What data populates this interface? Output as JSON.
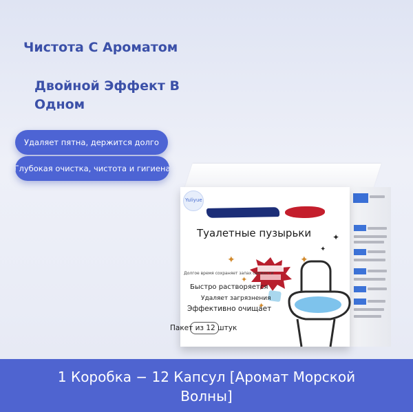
{
  "headings": {
    "line1": "Чистота С Ароматом",
    "line2": "Двойной Эффект В Одном"
  },
  "pills": [
    "Удаляет пятна, держится долго",
    "Глубокая очистка, чистота и гигиена"
  ],
  "box": {
    "brand": "Yuliyue",
    "product_name": "Туалетные пузырьки",
    "tagline_small": "Долгое время сохраняет запах свежести",
    "features": [
      "Быстро растворяется",
      "Удаляет загрязнения",
      "Эффективно очищает"
    ],
    "pack": "Пакет из 12 штук"
  },
  "banner": {
    "line1": "1 Коробка − 12 Капсул [Аромат Морской",
    "line2": "Волны]"
  },
  "colors": {
    "accent": "#4d64d4",
    "heading": "#3b50a8",
    "banner": "#4f64d0"
  }
}
